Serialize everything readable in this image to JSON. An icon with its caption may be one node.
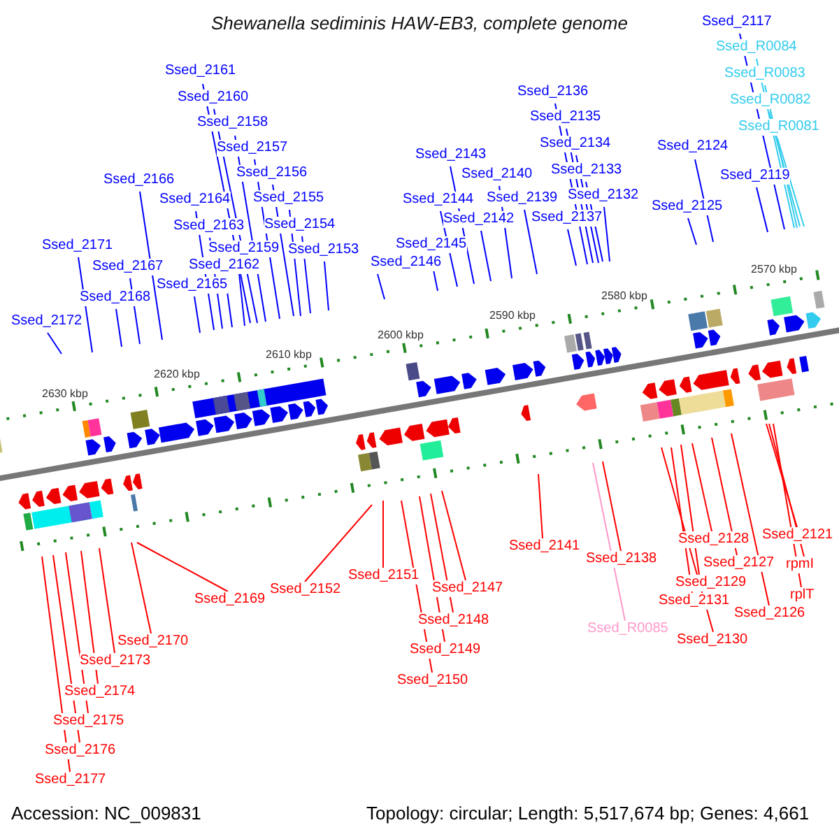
{
  "diagram": {
    "title": "Shewanella sediminis HAW-EB3, complete genome",
    "nodes": [
      {
        "text": [
          "Ssed_2117"
        ]
      },
      {
        "text": [
          "Ssed_R0084"
        ]
      },
      {
        "text": [
          "Ssed_2161"
        ]
      },
      {
        "text": [
          "Ssed_R0083"
        ]
      },
      {
        "text": [
          "Ssed_2136"
        ]
      },
      {
        "text": [
          "Ssed_2160"
        ]
      },
      {
        "text": [
          "Ssed_R0082"
        ]
      },
      {
        "text": [
          "Ssed_2135"
        ]
      },
      {
        "text": [
          "Ssed_2158"
        ]
      },
      {
        "text": [
          "Ssed_R0081"
        ]
      },
      {
        "text": [
          "Ssed_2134"
        ]
      },
      {
        "text": [
          "Ssed_2124"
        ]
      },
      {
        "text": [
          "Ssed_2157"
        ]
      },
      {
        "text": [
          "Ssed_2143"
        ]
      },
      {
        "text": [
          "Ssed_2133"
        ]
      },
      {
        "text": [
          "Ssed_2156"
        ]
      },
      {
        "text": [
          "Ssed_2140"
        ]
      },
      {
        "text": [
          "Ssed_2119"
        ]
      },
      {
        "text": [
          "Ssed_2166"
        ]
      },
      {
        "text": [
          "Ssed_2132"
        ]
      },
      {
        "text": [
          "Ssed_2155"
        ]
      },
      {
        "text": [
          "Ssed_2139"
        ]
      },
      {
        "text": [
          "Ssed_2144"
        ]
      },
      {
        "text": [
          "Ssed_2164"
        ]
      },
      {
        "text": [
          "Ssed_2125"
        ]
      },
      {
        "text": [
          "Ssed_2137"
        ]
      },
      {
        "text": [
          "Ssed_2142"
        ]
      },
      {
        "text": [
          "Ssed_2154"
        ]
      },
      {
        "text": [
          "Ssed_2163"
        ]
      },
      {
        "text": [
          "Ssed_2145"
        ]
      },
      {
        "text": [
          "Ssed_2171"
        ]
      },
      {
        "text": [
          "Ssed_2159"
        ]
      },
      {
        "text": [
          "Ssed_2153"
        ]
      },
      {
        "text": [
          "Ssed_2146"
        ]
      },
      {
        "text": [
          "Ssed_2162"
        ]
      },
      {
        "text": [
          "Ssed_2167"
        ]
      },
      {
        "text": [
          "Ssed_2165"
        ]
      },
      {
        "text": [
          "Ssed_2168"
        ]
      },
      {
        "text": [
          "Ssed_2172"
        ]
      },
      {
        "text": [
          "Ssed_2121"
        ]
      },
      {
        "text": [
          "Ssed_2128"
        ]
      },
      {
        "text": [
          "Ssed_2141"
        ]
      },
      {
        "text": [
          "Ssed_2138"
        ]
      },
      {
        "text": [
          "Ssed_2127"
        ]
      },
      {
        "text": [
          "rpmI"
        ]
      },
      {
        "text": [
          "Ssed_2151"
        ]
      },
      {
        "text": [
          "Ssed_2129"
        ]
      },
      {
        "text": [
          "Ssed_2147"
        ]
      },
      {
        "text": [
          "Ssed_2152"
        ]
      },
      {
        "text": [
          "rplT"
        ]
      },
      {
        "text": [
          "Ssed_2169"
        ]
      },
      {
        "text": [
          "Ssed_2131"
        ]
      },
      {
        "text": [
          "Ssed_2126"
        ]
      },
      {
        "text": [
          "Ssed_2148"
        ]
      },
      {
        "text": [
          "Ssed_R0085"
        ]
      },
      {
        "text": [
          "Ssed_2130"
        ]
      },
      {
        "text": [
          "Ssed_2170"
        ]
      },
      {
        "text": [
          "Ssed_2149"
        ]
      },
      {
        "text": [
          "Ssed_2173"
        ]
      },
      {
        "text": [
          "Ssed_2150"
        ]
      },
      {
        "text": [
          "Ssed_2174"
        ]
      },
      {
        "text": [
          "Ssed_2175"
        ]
      },
      {
        "text": [
          "Ssed_2176"
        ]
      },
      {
        "text": [
          "Ssed_2177"
        ]
      }
    ],
    "edges": [
      {
        "from": 0,
        "to": null,
        "arrow": "none"
      },
      {
        "from": 1,
        "to": null,
        "arrow": "none",
        "color": "#33ccee"
      },
      {
        "from": 2,
        "to": null,
        "arrow": "none"
      },
      {
        "from": 3,
        "to": null,
        "arrow": "none",
        "color": "#33ccee"
      },
      {
        "from": 4,
        "to": null,
        "arrow": "none"
      },
      {
        "from": 5,
        "to": null,
        "arrow": "none"
      },
      {
        "from": 6,
        "to": null,
        "arrow": "none",
        "color": "#33ccee"
      },
      {
        "from": 7,
        "to": null,
        "arrow": "none"
      },
      {
        "from": 8,
        "to": null,
        "arrow": "none"
      },
      {
        "from": 9,
        "to": null,
        "arrow": "none",
        "color": "#33ccee"
      },
      {
        "from": 10,
        "to": null,
        "arrow": "none"
      },
      {
        "from": 11,
        "to": null,
        "arrow": "none"
      },
      {
        "from": 12,
        "to": null,
        "arrow": "none"
      },
      {
        "from": 13,
        "to": null,
        "arrow": "none"
      },
      {
        "from": 14,
        "to": null,
        "arrow": "none"
      },
      {
        "from": 15,
        "to": null,
        "arrow": "none"
      },
      {
        "from": 16,
        "to": null,
        "arrow": "none"
      },
      {
        "from": 17,
        "to": null,
        "arrow": "none"
      },
      {
        "from": 18,
        "to": null,
        "arrow": "none"
      },
      {
        "from": 19,
        "to": null,
        "arrow": "none"
      },
      {
        "from": 20,
        "to": null,
        "arrow": "none"
      },
      {
        "from": 21,
        "to": null,
        "arrow": "none"
      },
      {
        "from": 22,
        "to": null,
        "arrow": "none"
      },
      {
        "from": 23,
        "to": null,
        "arrow": "none"
      },
      {
        "from": 24,
        "to": null,
        "arrow": "none"
      },
      {
        "from": 25,
        "to": null,
        "arrow": "none"
      },
      {
        "from": 26,
        "to": null,
        "arrow": "none"
      },
      {
        "from": 27,
        "to": null,
        "arrow": "none"
      },
      {
        "from": 28,
        "to": null,
        "arrow": "none"
      },
      {
        "from": 29,
        "to": null,
        "arrow": "none"
      },
      {
        "from": 30,
        "to": null,
        "arrow": "none"
      },
      {
        "from": 31,
        "to": null,
        "arrow": "none"
      },
      {
        "from": 32,
        "to": null,
        "arrow": "none"
      },
      {
        "from": 33,
        "to": null,
        "arrow": "none"
      },
      {
        "from": 34,
        "to": null,
        "arrow": "none"
      },
      {
        "from": 35,
        "to": null,
        "arrow": "none"
      },
      {
        "from": 36,
        "to": null,
        "arrow": "none"
      },
      {
        "from": 37,
        "to": null,
        "arrow": "none"
      },
      {
        "from": 38,
        "to": null,
        "arrow": "none"
      },
      {
        "from": 39,
        "to": null,
        "arrow": "none",
        "color": "#ff0000"
      },
      {
        "from": 40,
        "to": null,
        "arrow": "none",
        "color": "#ff0000"
      },
      {
        "from": 41,
        "to": null,
        "arrow": "none",
        "color": "#ff0000"
      },
      {
        "from": 42,
        "to": null,
        "arrow": "none",
        "color": "#ff0000"
      },
      {
        "from": 43,
        "to": null,
        "arrow": "none",
        "color": "#ff0000"
      },
      {
        "from": 44,
        "to": null,
        "arrow": "none",
        "color": "#ff0000"
      },
      {
        "from": 45,
        "to": null,
        "arrow": "none",
        "color": "#ff0000"
      },
      {
        "from": 46,
        "to": null,
        "arrow": "none",
        "color": "#ff0000"
      },
      {
        "from": 47,
        "to": null,
        "arrow": "none",
        "color": "#ff0000"
      },
      {
        "from": 48,
        "to": null,
        "arrow": "none",
        "color": "#ff0000"
      },
      {
        "from": 49,
        "to": null,
        "arrow": "none",
        "color": "#ff0000"
      },
      {
        "from": 50,
        "to": null,
        "arrow": "none",
        "color": "#ff0000"
      },
      {
        "from": 51,
        "to": null,
        "arrow": "none",
        "color": "#ff0000"
      },
      {
        "from": 52,
        "to": null,
        "arrow": "none",
        "color": "#ff0000"
      },
      {
        "from": 53,
        "to": null,
        "arrow": "none",
        "color": "#ff0000"
      },
      {
        "from": 54,
        "to": null,
        "arrow": "none",
        "color": "#ff99cc"
      },
      {
        "from": 55,
        "to": null,
        "arrow": "none",
        "color": "#ff0000"
      },
      {
        "from": 56,
        "to": null,
        "arrow": "none",
        "color": "#ff0000"
      },
      {
        "from": 57,
        "to": null,
        "arrow": "none",
        "color": "#ff0000"
      },
      {
        "from": 58,
        "to": null,
        "arrow": "none",
        "color": "#ff0000"
      },
      {
        "from": 59,
        "to": null,
        "arrow": "none",
        "color": "#ff0000"
      },
      {
        "from": 60,
        "to": null,
        "arrow": "none",
        "color": "#ff0000"
      },
      {
        "from": 61,
        "to": null,
        "arrow": "none",
        "color": "#ff0000"
      },
      {
        "from": 62,
        "to": null,
        "arrow": "none",
        "color": "#ff0000"
      },
      {
        "from": 63,
        "to": null,
        "arrow": "none",
        "color": "#ff0000"
      }
    ],
    "labels": [
      "2570 kbp",
      "2580 kbp",
      "2590 kbp",
      "2600 kbp",
      "2610 kbp",
      "2620 kbp",
      "2630 kbp",
      "Accession: NC_009831",
      "Topology: circular; Length: 5,517,674 bp; Genes: 4,661"
    ]
  }
}
